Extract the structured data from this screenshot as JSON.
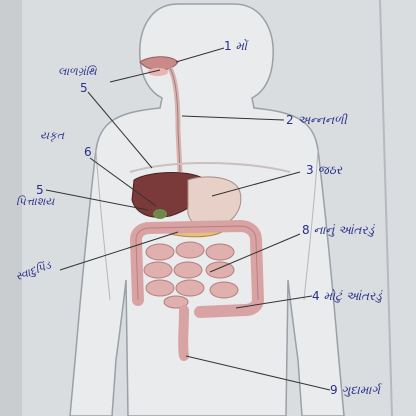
{
  "palette": {
    "paper": "#d9dde0",
    "body_fill": "#e9ebec",
    "body_stroke": "#9aa0a6",
    "ink_blue": "#2a2f8a",
    "pointer_line": "#333333",
    "liver": "#7b3a3a",
    "intestine": "#d9a3a3",
    "stomach": "#e6d0c8",
    "esophagus": "#d9b4b0"
  },
  "labels": {
    "mouth": {
      "num": "1",
      "text": "મોં"
    },
    "esophagus": {
      "num": "2",
      "text": "અન્નનળી"
    },
    "stomach": {
      "num": "3",
      "text": "જઠર"
    },
    "large_intestine": {
      "num": "4",
      "text": "મોટું આંતરડું"
    },
    "salivary_glands": {
      "num": "5",
      "text": "લાળગ્રંથિ"
    },
    "pancreas": {
      "num": "5",
      "text": "સ્વાદુપિંડ"
    },
    "liver": {
      "num": "6",
      "text": "યકૃત"
    },
    "gall_bladder": {
      "num": "",
      "text": "પિત્તાશય"
    },
    "small_intestine": {
      "num": "8",
      "text": "નાનું આંતરડું"
    },
    "anus": {
      "num": "9",
      "text": "ગુદામાર્ગ"
    }
  }
}
